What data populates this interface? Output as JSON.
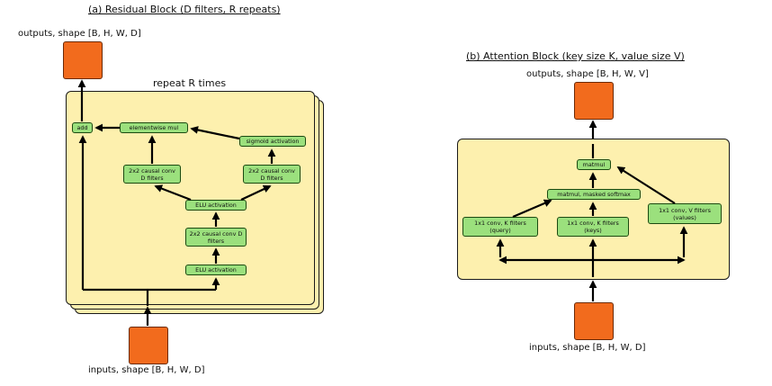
{
  "residual": {
    "title": "(a) Residual Block (D filters, R repeats)",
    "outputs_label": "outputs, shape [B, H, W, D]",
    "inputs_label": "inputs, shape [B, H, W, D]",
    "repeat_label": "repeat R times",
    "nodes": {
      "add": "add",
      "elementwise_mul": "elementwise mul",
      "sigmoid_activation": "sigmoid activation",
      "conv_left": "2x2 causal conv D filters",
      "conv_right": "2x2 causal conv D filters",
      "elu_top": "ELU activation",
      "conv_mid": "2x2 causal conv D filters",
      "elu_bottom": "ELU activation"
    }
  },
  "attention": {
    "title": "(b) Attention Block (key size K, value size V)",
    "outputs_label": "outputs, shape [B, H, W, V]",
    "inputs_label": "inputs, shape [B, H, W, D]",
    "nodes": {
      "matmul": "matmul",
      "matmul_masked_softmax": "matmul, masked softmax",
      "conv_query": "1x1 conv, K filters (query)",
      "conv_keys": "1x1 conv, K filters (keys)",
      "conv_values": "1x1 conv, V filters (values)"
    }
  },
  "colors": {
    "panel": "#fdf0ae",
    "node": "#9be07d",
    "io_block": "#f26b1d"
  }
}
